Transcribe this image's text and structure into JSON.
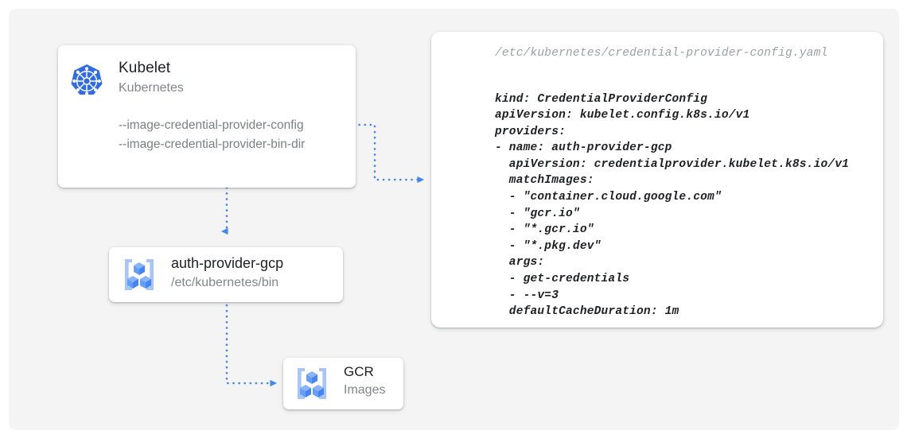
{
  "canvas": {
    "background_color": "#f4f4f4",
    "page_background_color": "#ffffff"
  },
  "accent_color": "#4285f4",
  "kubelet_card": {
    "icon": "kubernetes-logo-icon",
    "title": "Kubelet",
    "subtitle": "Kubernetes",
    "flags": [
      "--image-credential-provider-config",
      "--image-credential-provider-bin-dir"
    ]
  },
  "auth_provider_card": {
    "icon": "container-registry-icon",
    "title": "auth-provider-gcp",
    "subtitle": "/etc/kubernetes/bin"
  },
  "gcr_card": {
    "icon": "container-registry-icon",
    "title": "GCR",
    "subtitle": "Images"
  },
  "yaml_card": {
    "path": "/etc/kubernetes/credential-provider-config.yaml",
    "lines": [
      "kind: CredentialProviderConfig",
      "apiVersion: kubelet.config.k8s.io/v1",
      "providers:",
      "- name: auth-provider-gcp",
      "  apiVersion: credentialprovider.kubelet.k8s.io/v1",
      "  matchImages:",
      "  - \"container.cloud.google.com\"",
      "  - \"gcr.io\"",
      "  - \"*.gcr.io\"",
      "  - \"*.pkg.dev\"",
      "  args:",
      "  - get-credentials",
      "  - --v=3",
      "  defaultCacheDuration: 1m"
    ]
  },
  "connectors": [
    {
      "name": "kubelet-to-config-file",
      "from": "kubelet_card",
      "to": "yaml_card",
      "style": "dotted",
      "arrow": "right"
    },
    {
      "name": "kubelet-to-auth-provider",
      "from": "kubelet_card",
      "to": "auth_provider_card",
      "style": "dotted",
      "arrow": "down"
    },
    {
      "name": "auth-provider-to-gcr",
      "from": "auth_provider_card",
      "to": "gcr_card",
      "style": "dotted",
      "arrow": "right"
    }
  ]
}
